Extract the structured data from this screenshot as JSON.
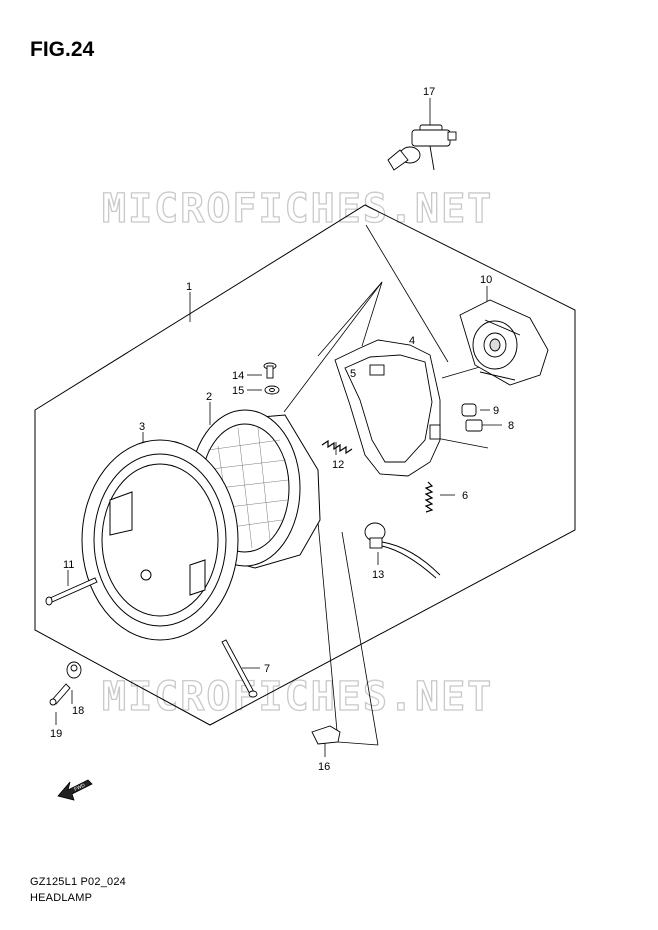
{
  "figure": {
    "title": "FIG.24",
    "model_code": "GZ125L1 P02_024",
    "section_name": "HEADLAMP"
  },
  "watermark": {
    "text": "MICROFICHES.NET",
    "color": "#c9c9c9"
  },
  "direction_arrow": {
    "label": "FWD",
    "icon": "forward-arrow-icon"
  },
  "parts": [
    {
      "ref": "1"
    },
    {
      "ref": "2"
    },
    {
      "ref": "3"
    },
    {
      "ref": "4"
    },
    {
      "ref": "5"
    },
    {
      "ref": "6"
    },
    {
      "ref": "7"
    },
    {
      "ref": "8"
    },
    {
      "ref": "9"
    },
    {
      "ref": "10"
    },
    {
      "ref": "11"
    },
    {
      "ref": "12"
    },
    {
      "ref": "13"
    },
    {
      "ref": "14"
    },
    {
      "ref": "15"
    },
    {
      "ref": "16"
    },
    {
      "ref": "17"
    },
    {
      "ref": "18"
    },
    {
      "ref": "19"
    }
  ]
}
